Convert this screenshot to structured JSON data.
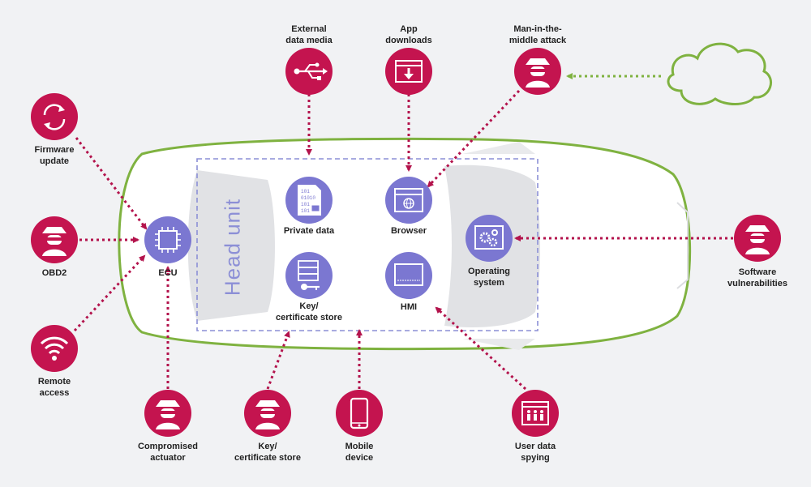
{
  "head_unit": {
    "title": "Head unit"
  },
  "inside": {
    "private_data": "Private data",
    "browser": "Browser",
    "key_store": "Key/\ncertificate store",
    "hmi": "HMI",
    "operating_system": "Operating\nsystem",
    "ecu": "ECU"
  },
  "threats": {
    "external_media": "External\ndata media",
    "app_downloads": "App\ndownloads",
    "mitm": "Man-in-the-\nmiddle attack",
    "firmware": "Firmware\nupdate",
    "obd2": "OBD2",
    "remote": "Remote\naccess",
    "actuator": "Compromised\nactuator",
    "key_store": "Key/\ncertificate store",
    "mobile": "Mobile\ndevice",
    "user_spying": "User data\nspying",
    "software_vuln": "Software\nvulnerabilities"
  },
  "colors": {
    "threat": "#c4144f",
    "component": "#7b77d1",
    "car_outline": "#7fb240",
    "arrow": "#b3134c",
    "cloud_arrow": "#7fb240",
    "box": "#8c8fd6"
  }
}
